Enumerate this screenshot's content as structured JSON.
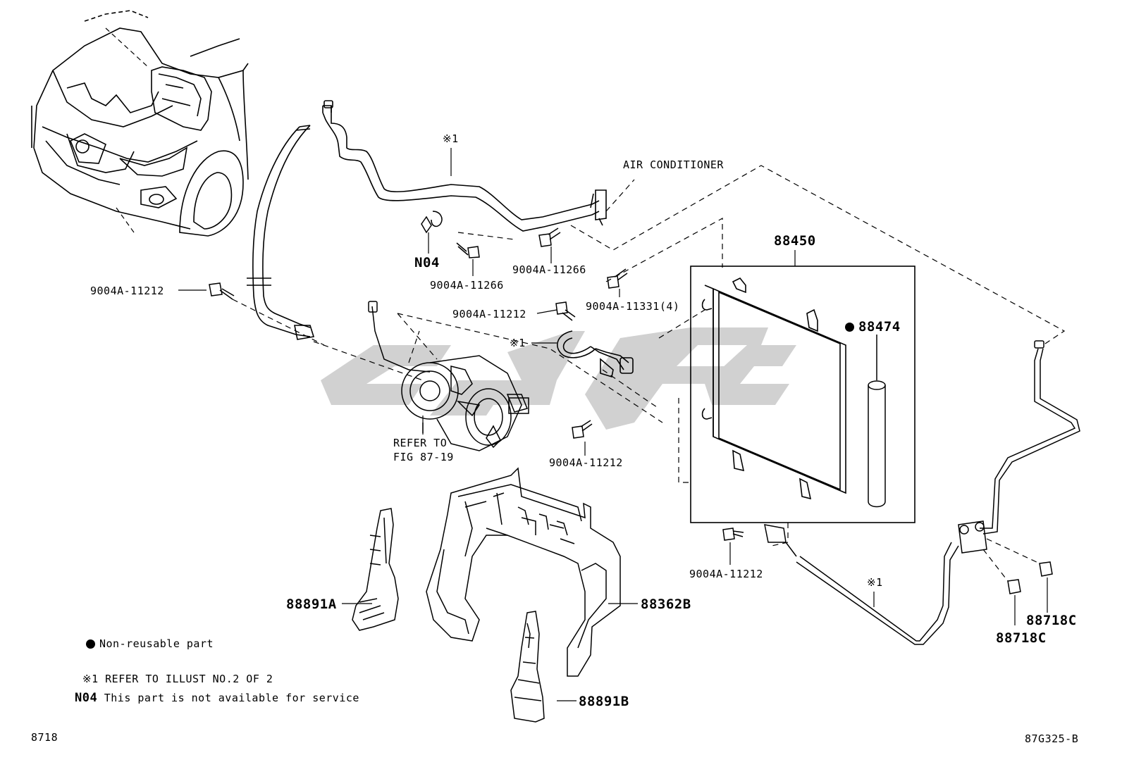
{
  "diagram": {
    "section_title": "AIR CONDITIONER",
    "parts": {
      "n04": "N04",
      "p9004a_11266_a": "9004A-11266",
      "p9004a_11266_b": "9004A-11266",
      "p9004a_11212_a": "9004A-11212",
      "p9004a_11212_b": "9004A-11212",
      "p9004a_11212_c": "9004A-11212",
      "p9004a_11212_d": "9004A-11212",
      "p9004a_11331": "9004A-11331(4)",
      "p88450": "88450",
      "p88474": "88474",
      "p88891a": "88891A",
      "p88362b": "88362B",
      "p88891b": "88891B",
      "p88718c_a": "88718C",
      "p88718c_b": "88718C",
      "refer_line1": "REFER TO",
      "refer_line2": "FIG 87-19",
      "ref1_a": "※1",
      "ref1_b": "※1",
      "ref1_c": "※1"
    },
    "legend": {
      "nonreusable": "Non-reusable part",
      "ref_mark": "※1",
      "ref_text": "REFER TO ILLUST NO.2 OF 2",
      "n04_mark": "N04",
      "n04_text": "This part is not available for service"
    },
    "footer": {
      "left_code": "8718",
      "right_code": "87G325-B"
    },
    "colors": {
      "line": "#000000",
      "watermark": "#c8c8c8"
    }
  }
}
